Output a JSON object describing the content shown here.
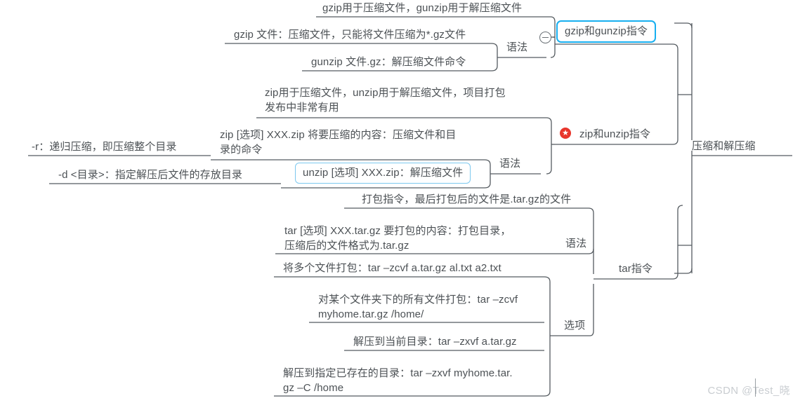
{
  "document": {
    "type": "mindmap",
    "root_label": "压缩和解压缩",
    "watermark": "CSDN @Test_晓"
  },
  "gzip_branch": {
    "title": "gzip和gunzip指令",
    "selected": true,
    "syntax_label": "语法",
    "desc": "gzip用于压缩文件，gunzip用于解压缩文件",
    "items": [
      "gzip 文件：压缩文件，只能将文件压缩为*.gz文件",
      "gunzip 文件.gz：解压缩文件命令"
    ]
  },
  "zip_branch": {
    "title": "zip和unzip指令",
    "badge": "star-badge",
    "syntax_label": "语法",
    "desc": "zip用于压缩文件，unzip用于解压缩文件，项目打包\n发布中非常有用",
    "items": [
      "zip [选项] XXX.zip 将要压缩的内容：压缩文件和目\n录的命令",
      "unzip [选项] XXX.zip：解压缩文件"
    ],
    "options": [
      "-r：递归压缩，即压缩整个目录",
      "-d <目录>：指定解压后文件的存放目录"
    ],
    "hovered_item": "unzip [选项] XXX.zip：解压缩文件"
  },
  "tar_branch": {
    "title": "tar指令",
    "syntax_label": "语法",
    "options_label": "选项",
    "desc": "打包指令，最后打包后的文件是.tar.gz的文件",
    "syntax_items": [
      "tar [选项] XXX.tar.gz 要打包的内容：打包目录，\n压缩后的文件格式为.tar.gz"
    ],
    "option_items": [
      "将多个文件打包：tar –zcvf  a.tar.gz al.txt a2.txt",
      "对某个文件夹下的所有文件打包：tar –zcvf\nmyhome.tar.gz /home/",
      "解压到当前目录：tar –zxvf a.tar.gz",
      "解压到指定已存在的目录：tar –zxvf myhome.tar.\ngz –C /home"
    ]
  },
  "colors": {
    "line": "#555b60",
    "text": "#4c5155",
    "selection": "#17aff0",
    "hover": "#7cc8ef",
    "badge": "#e8352b",
    "watermark": "#c9cdd1"
  }
}
